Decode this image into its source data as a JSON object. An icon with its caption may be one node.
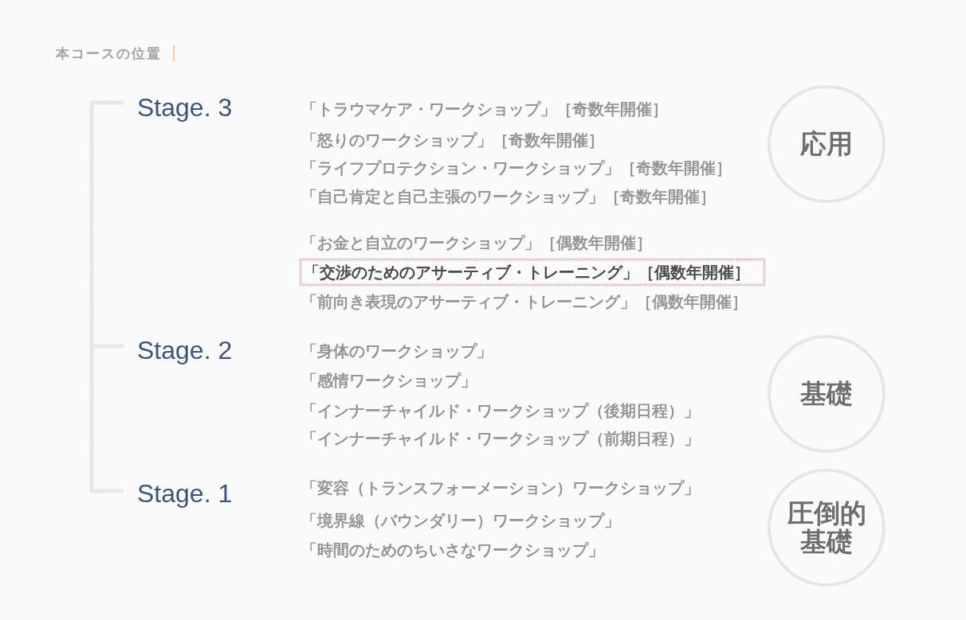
{
  "diagram": {
    "title": "本コースの位置",
    "nodes": [
      {
        "text": [
          "応用"
        ]
      },
      {
        "text": [
          "「交渉のためのアサーティブ・トレーニング」［偶数年開催］"
        ]
      },
      {
        "text": [
          "基礎"
        ]
      },
      {
        "text": [
          "圧倒的基礎"
        ]
      }
    ],
    "labels": [
      "Stage. 3",
      "「トラウマケア・ワークショップ」［奇数年開催］",
      "「怒りのワークショップ」［奇数年開催］",
      "「ライフプロテクション・ワークショップ」［奇数年開催］",
      "「自己肯定と自己主張のワークショップ」［奇数年開催］",
      "「お金と自立のワークショップ」［偶数年開催］",
      "「前向き表現のアサーティブ・トレーニング」［偶数年開催］",
      "Stage. 2",
      "「身体のワークショップ」",
      "「感情ワークショップ」",
      "「インナーチャイルド・ワークショップ（後期日程）」",
      "「インナーチャイルド・ワークショップ（前期日程）」",
      "Stage. 1",
      "「変容（トランスフォーメーション）ワークショップ」",
      "「境界線（バウンダリー）ワークショップ」",
      "「時間のためのちいさなワークショップ」"
    ]
  }
}
